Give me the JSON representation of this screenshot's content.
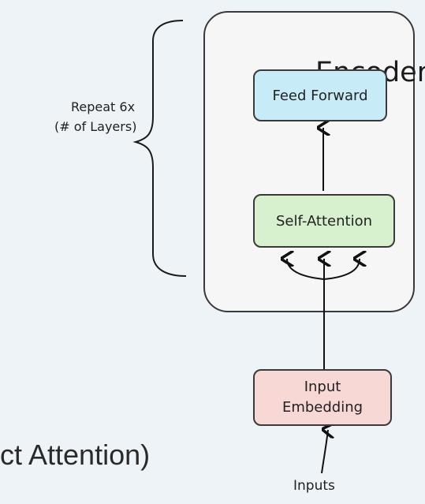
{
  "encoder": {
    "title": "Encoder",
    "repeat_line1": "Repeat 6x",
    "repeat_line2": "(# of Layers)"
  },
  "blocks": {
    "feed_forward": "Feed Forward",
    "self_attention": "Self-Attention",
    "input_embedding_line1": "Input",
    "input_embedding_line2": "Embedding"
  },
  "inputs_label": "Inputs",
  "caption_fragment": "ct Attention)",
  "colors": {
    "background": "#eef3f7",
    "container_fill": "#f6f6f6",
    "feed_forward_fill": "#c7ecf7",
    "self_attention_fill": "#d7f1cf",
    "input_embedding_fill": "#f7d8d4"
  }
}
